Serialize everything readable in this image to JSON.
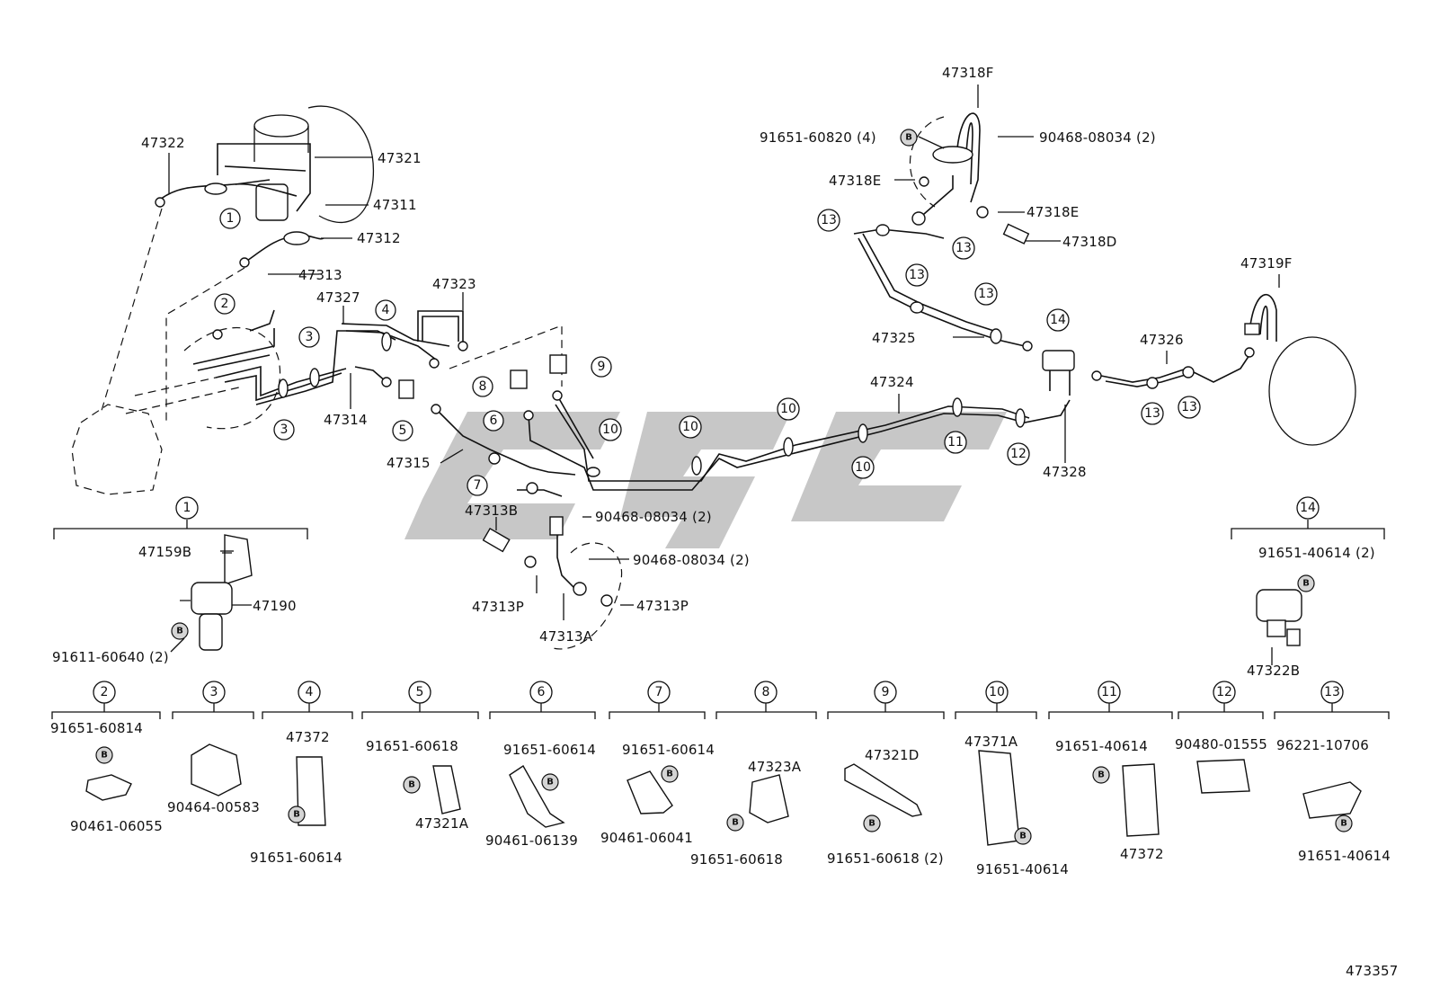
{
  "diagram_id": "473357",
  "labels": {
    "l47322": "47322",
    "l47321": "47321",
    "l47311": "47311",
    "l47312": "47312",
    "l47313": "47313",
    "l47327": "47327",
    "l47323": "47323",
    "l47314": "47314",
    "l47315": "47315",
    "l47313B": "47313B",
    "l47313P_a": "47313P",
    "l47313P_b": "47313P",
    "l47313A": "47313A",
    "l90468_a": "90468-08034 (2)",
    "l90468_b": "90468-08034 (2)",
    "l47324": "47324",
    "l47328": "47328",
    "l47325": "47325",
    "l47326": "47326",
    "l47318F": "47318F",
    "l91651_60820": "91651-60820 (4)",
    "l90468_c": "90468-08034 (2)",
    "l47318E_a": "47318E",
    "l47318E_b": "47318E",
    "l47318D": "47318D",
    "l47319F": "47319F",
    "l47159B": "47159B",
    "l47190": "47190",
    "l91611": "91611-60640 (2)",
    "l91651_40614_2": "91651-40614 (2)",
    "l47322B": "47322B"
  },
  "callouts": {
    "c1": "1",
    "c2": "2",
    "c3a": "3",
    "c3b": "3",
    "c4": "4",
    "c5": "5",
    "c6": "6",
    "c7": "7",
    "c8": "8",
    "c9": "9",
    "c10a": "10",
    "c10b": "10",
    "c10c": "10",
    "c10d": "10",
    "c11": "11",
    "c12": "12",
    "c13a": "13",
    "c13b": "13",
    "c13c": "13",
    "c13d": "13",
    "c13e": "13",
    "c13f": "13",
    "c14": "14",
    "h1": "1",
    "h14": "14"
  },
  "bolt": "B",
  "bottom": [
    {
      "idx": "2",
      "parts": [
        "91651-60814",
        "90461-06055"
      ]
    },
    {
      "idx": "3",
      "parts": [
        "90464-00583"
      ]
    },
    {
      "idx": "4",
      "parts": [
        "47372",
        "91651-60614"
      ]
    },
    {
      "idx": "5",
      "parts": [
        "91651-60618",
        "47321A"
      ]
    },
    {
      "idx": "6",
      "parts": [
        "91651-60614",
        "90461-06139"
      ]
    },
    {
      "idx": "7",
      "parts": [
        "91651-60614",
        "90461-06041"
      ]
    },
    {
      "idx": "8",
      "parts": [
        "47323A",
        "91651-60618"
      ]
    },
    {
      "idx": "9",
      "parts": [
        "47321D",
        "91651-60618 (2)"
      ]
    },
    {
      "idx": "10",
      "parts": [
        "47371A",
        "91651-40614"
      ]
    },
    {
      "idx": "11",
      "parts": [
        "91651-40614",
        "47372"
      ]
    },
    {
      "idx": "12",
      "parts": [
        "90480-01555"
      ]
    },
    {
      "idx": "13",
      "parts": [
        "96221-10706",
        "91651-40614"
      ]
    }
  ]
}
